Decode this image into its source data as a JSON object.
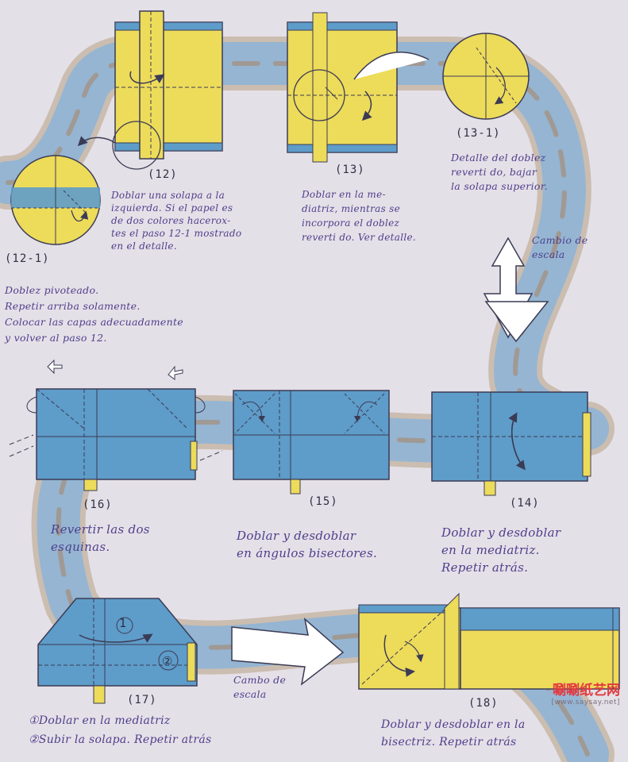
{
  "steps": {
    "s12": {
      "label": "(12)",
      "lines": [
        "Doblar una solapa a la",
        "izquierda. Si el papel es",
        "de dos colores hacerox-",
        "tes el paso 12-1 mostrado",
        "en el detalle."
      ]
    },
    "s12_1": {
      "label": "(12-1)",
      "lines": [
        "Doblez pivoteado.",
        "Repetir arriba solamente.",
        "Colocar las capas adecuadamente",
        "y volver al paso 12."
      ]
    },
    "s13": {
      "label": "(13)",
      "lines": [
        "Doblar en la me-",
        "diatriz, mientras se",
        "incorpora el doblez",
        "reverti do. Ver detalle."
      ]
    },
    "s13_1": {
      "label": "(13-1)",
      "lines": [
        "Detalle del doblez",
        "reverti do, bajar",
        "la solapa superior."
      ]
    },
    "s14": {
      "label": "(14)",
      "lines": [
        "Doblar y desdoblar",
        "en la mediatriz.",
        "Repetir atrás."
      ]
    },
    "s15": {
      "label": "(15)",
      "lines": [
        "Doblar y desdoblar",
        "en ángulos bisectores."
      ]
    },
    "s16": {
      "label": "(16)",
      "lines": [
        "Revertir las dos",
        "esquinas."
      ]
    },
    "s17": {
      "label": "(17)",
      "lines": [
        "①Doblar en la mediatriz",
        "②Subir la solapa. Repetir atrás"
      ]
    },
    "s18": {
      "label": "(18)",
      "lines": [
        "Doblar y desdoblar en la",
        "bisectriz. Repetir atrás"
      ]
    }
  },
  "scale_change_right": [
    "Cambio de",
    "escala"
  ],
  "scale_change_bottom": [
    "Cambo de",
    "escala"
  ],
  "markers": {
    "one": "①",
    "two": "②",
    "step_one": "1"
  },
  "watermark": {
    "brand": "唰唰纸艺网",
    "url": "[www.saysay.net]"
  },
  "colors": {
    "paper_blue": "#5e9cc9",
    "paper_yellow": "#eddb5a",
    "ink_purple": "#4d3f8c",
    "river_blue": "#8fb4d6",
    "river_brown": "#b6a183",
    "background": "#e4e0e7"
  }
}
